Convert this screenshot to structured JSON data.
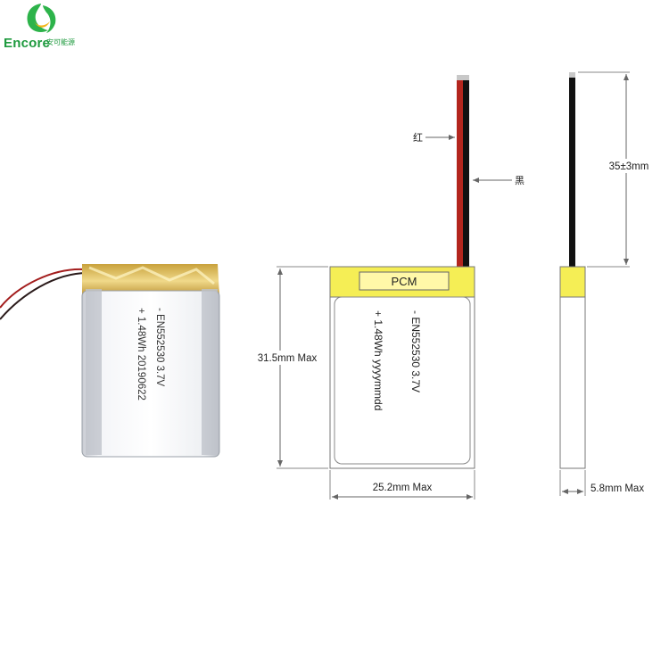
{
  "logo": {
    "brand": "Encore",
    "subtitle": "安可能源",
    "colors": [
      "#2db34a",
      "#f3b619"
    ]
  },
  "photo": {
    "label_line1": "- EN552530 3.7V",
    "label_line2": "+ 1.48Wh 20190622"
  },
  "front_view": {
    "pcm_label": "PCM",
    "label_line1": "- EN552530 3.7V",
    "label_line2": "+ 1.48Wh yyyymmdd",
    "wire_red_label": "红",
    "wire_black_label": "黑",
    "height_dim": "31.5mm Max",
    "width_dim": "25.2mm Max"
  },
  "side_view": {
    "wire_length_dim": "35±3mm",
    "thickness_dim": "5.8mm Max"
  },
  "colors": {
    "pcm_yellow": "#f5ee55",
    "wire_red": "#b3261e",
    "wire_black": "#111111",
    "line": "#777777"
  }
}
